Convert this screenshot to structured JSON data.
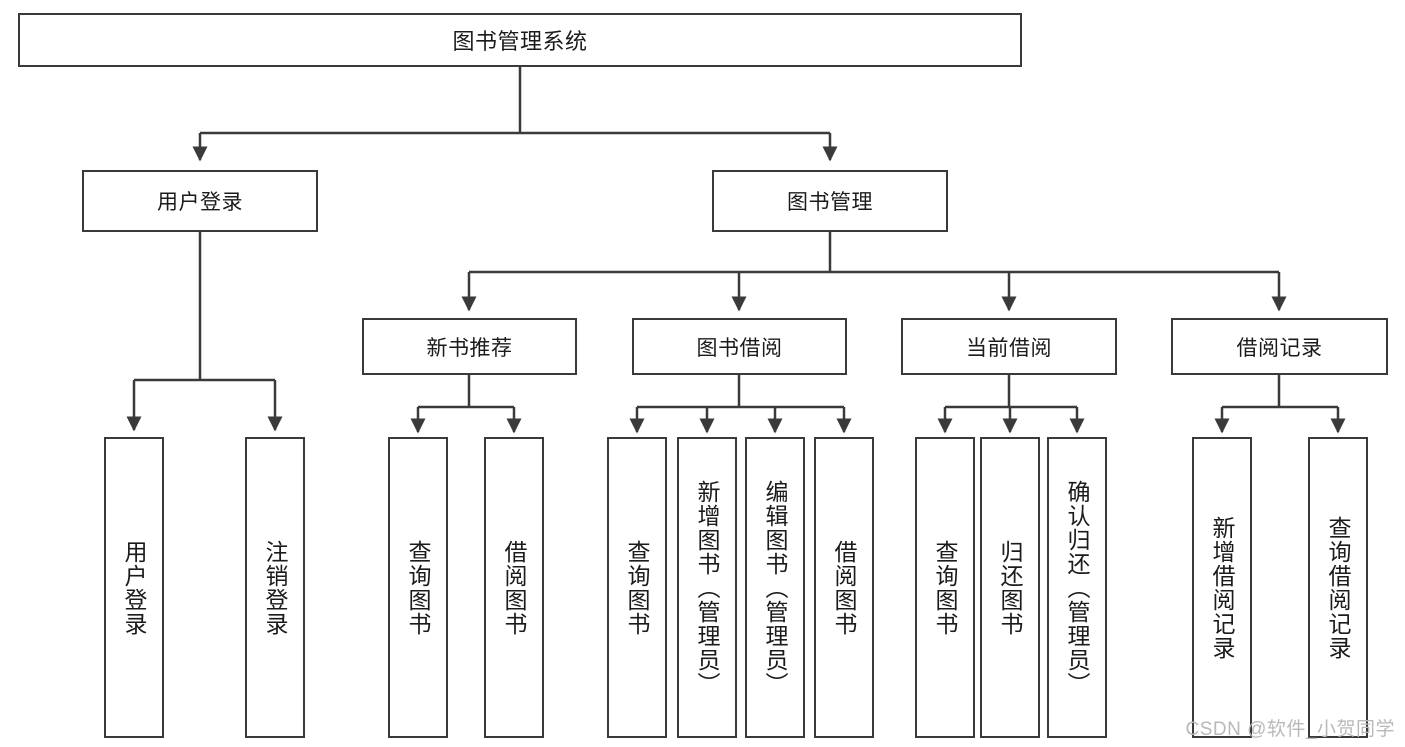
{
  "diagram": {
    "title": "图书管理系统",
    "type": "tree-hierarchy-chart",
    "background_color": "#ffffff",
    "stroke_color": "#3a3a3a",
    "text_color": "#1b1b1b"
  },
  "root": {
    "label": "图书管理系统"
  },
  "level2": [
    {
      "label": "用户登录"
    },
    {
      "label": "图书管理"
    }
  ],
  "level3": [
    {
      "label": "新书推荐"
    },
    {
      "label": "图书借阅"
    },
    {
      "label": "当前借阅"
    },
    {
      "label": "借阅记录"
    }
  ],
  "leaves": {
    "user_login": [
      {
        "label": "用户登录"
      },
      {
        "label": "注销登录"
      }
    ],
    "new_book_recommend": [
      {
        "label": "查询图书"
      },
      {
        "label": "借阅图书"
      }
    ],
    "book_borrow": [
      {
        "label": "查询图书"
      },
      {
        "label": "新增图书（管理员）"
      },
      {
        "label": "编辑图书（管理员）"
      },
      {
        "label": "借阅图书"
      }
    ],
    "current_borrow": [
      {
        "label": "查询图书"
      },
      {
        "label": "归还图书"
      },
      {
        "label": "确认归还（管理员）"
      }
    ],
    "borrow_record": [
      {
        "label": "新增借阅记录"
      },
      {
        "label": "查询借阅记录"
      }
    ]
  },
  "watermark": {
    "text": "CSDN @软件_小贺同学"
  }
}
